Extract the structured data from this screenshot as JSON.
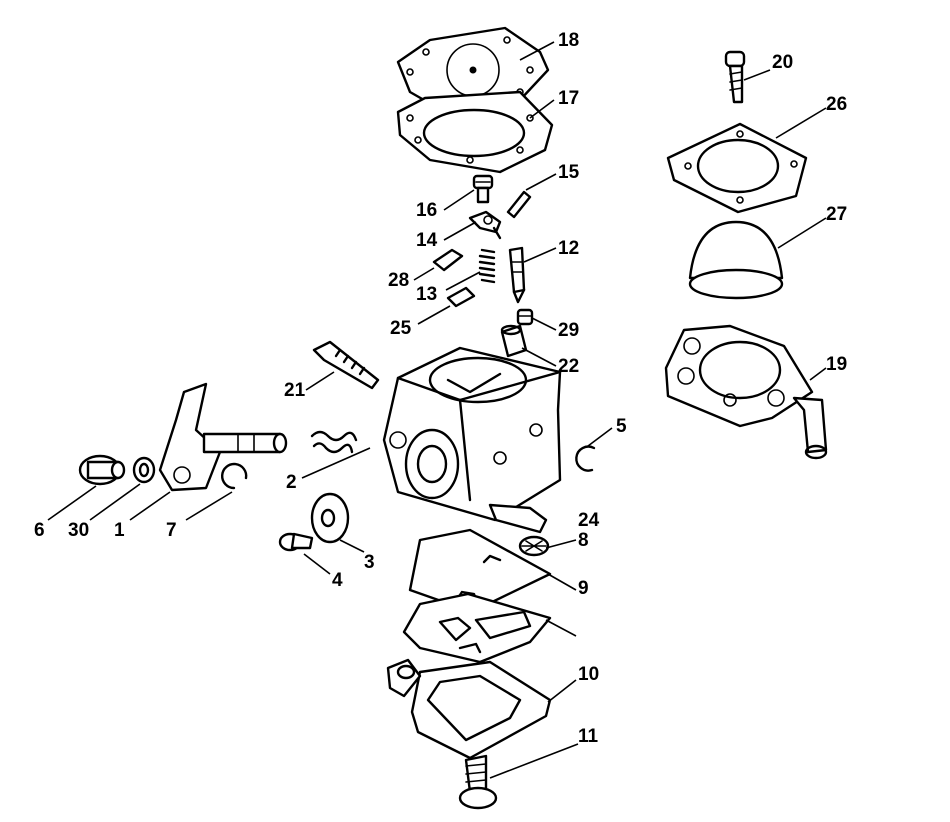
{
  "callouts": [
    "1",
    "2",
    "3",
    "4",
    "5",
    "6",
    "7",
    "8",
    "9",
    "10",
    "11",
    "12",
    "13",
    "14",
    "15",
    "16",
    "17",
    "18",
    "19",
    "20",
    "21",
    "22",
    "24",
    "25",
    "26",
    "27",
    "28",
    "29",
    "30"
  ],
  "colors": {
    "line": "#000000",
    "background": "#ffffff"
  }
}
